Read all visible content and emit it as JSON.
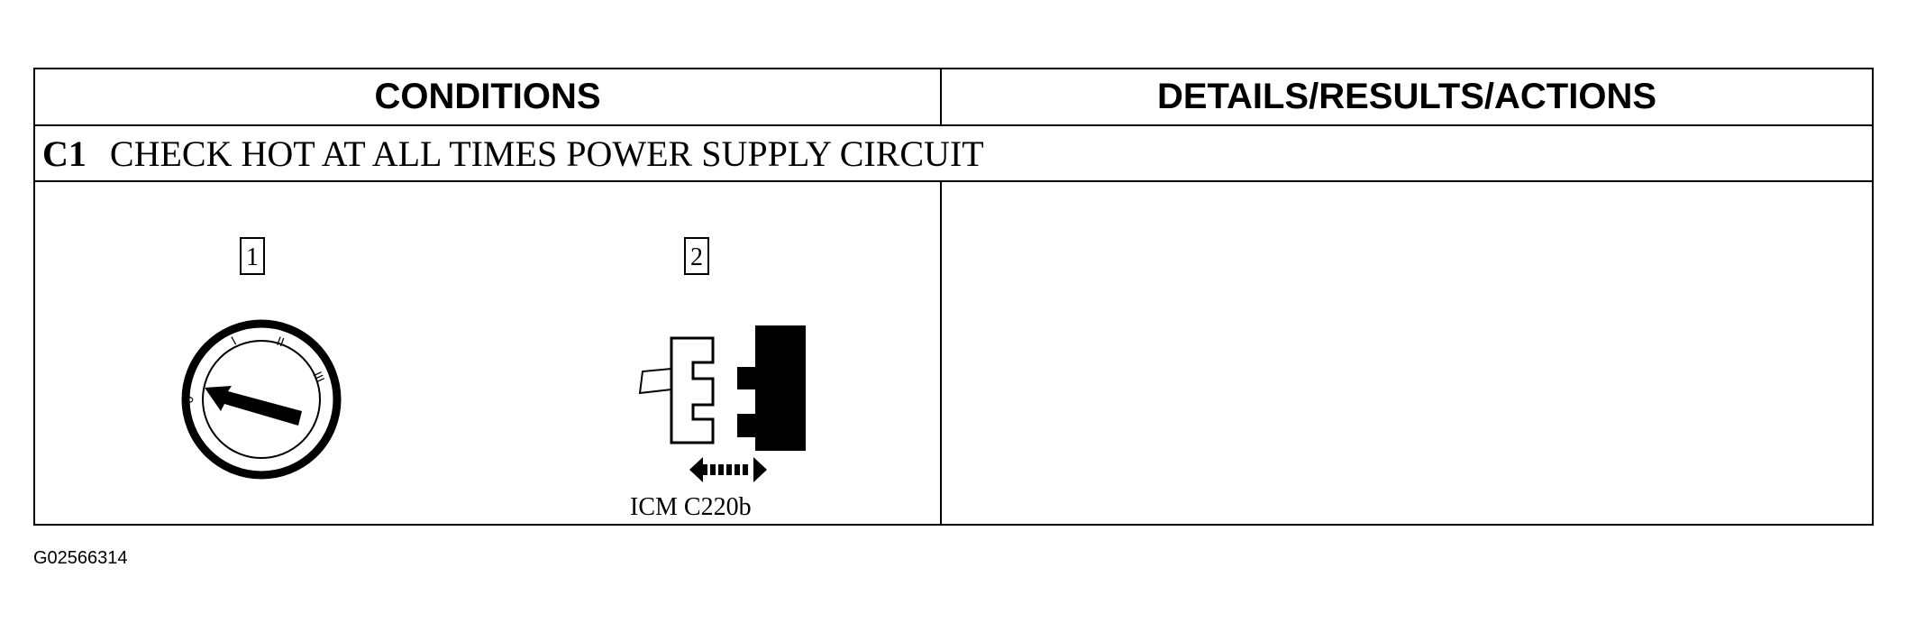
{
  "table": {
    "header_conditions": "CONDITIONS",
    "header_details": "DETAILS/RESULTS/ACTIONS",
    "step": {
      "id": "C1",
      "title": "CHECK HOT AT ALL TIMES POWER SUPPLY CIRCUIT"
    }
  },
  "illustration": {
    "step1_number": "1",
    "step2_number": "2",
    "switch_positions": [
      "0",
      "I",
      "II",
      "III"
    ],
    "connector_caption": "ICM C220b",
    "icons": [
      "ignition-switch-icon",
      "connector-icon",
      "double-arrow-icon"
    ]
  },
  "figure_id": "G02566314"
}
